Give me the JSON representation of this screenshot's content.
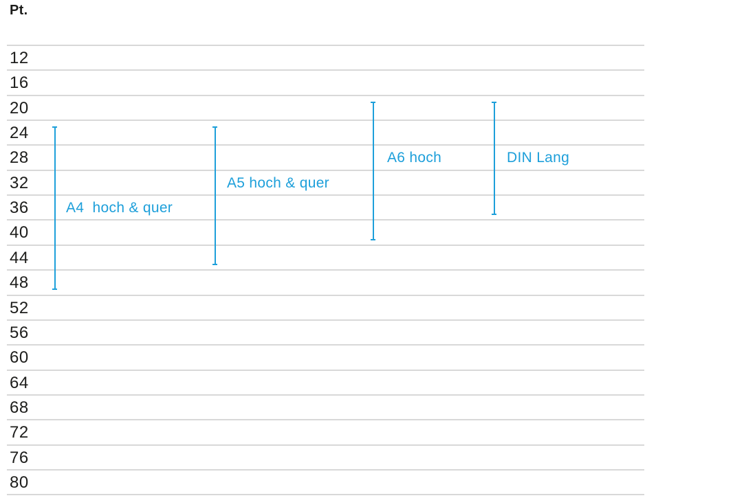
{
  "chart_data": {
    "type": "range-bar",
    "title": "Pt.",
    "unit_label": "Pt.",
    "ylabel": "Pt.",
    "xlabel": "",
    "y_ticks": [
      12,
      16,
      20,
      24,
      28,
      32,
      36,
      40,
      44,
      48,
      52,
      56,
      60,
      64,
      68,
      72,
      76,
      80
    ],
    "y_axis": {
      "min": 12,
      "max": 84,
      "step": 4
    },
    "grid": true,
    "legend": "none",
    "series": [
      {
        "name": "A4  hoch & quer",
        "min_pt": 24,
        "max_pt": 48
      },
      {
        "name": "A5 hoch & quer",
        "min_pt": 24,
        "max_pt": 44
      },
      {
        "name": "A6 hoch",
        "min_pt": 20,
        "max_pt": 40
      },
      {
        "name": "DIN Lang",
        "min_pt": 20,
        "max_pt": 36
      }
    ],
    "layout_hints": {
      "plot_left": 10,
      "plot_right": 937,
      "first_line_y": 65,
      "row_height": 36.35,
      "bar_x": [
        79,
        312,
        542,
        718
      ],
      "label_x": [
        96,
        330,
        563,
        737
      ],
      "label_at_pt": [
        36,
        32,
        28,
        28
      ],
      "bar_top_frac": 0.27,
      "bar_bottom_frac": 0.82
    },
    "colors": {
      "accent": "#1d9fda",
      "grid": "#d8d8d8",
      "text": "#1d1d1b"
    }
  }
}
